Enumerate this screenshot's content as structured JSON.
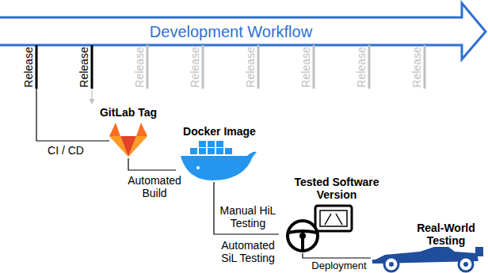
{
  "diagram": {
    "title": "Development Workflow",
    "nodes": [
      {
        "text": [
          "GitLab Tag"
        ]
      },
      {
        "text": [
          "Docker Image"
        ]
      },
      {
        "text": [
          "Tested Software Version"
        ]
      },
      {
        "text": [
          "Real-World Testing"
        ]
      }
    ],
    "edges": [
      {
        "from": 0,
        "to": 1,
        "arrow": "none",
        "label": "Automated Build"
      },
      {
        "from": 1,
        "to": 2,
        "arrow": "none",
        "label": "Manual HiL Testing"
      },
      {
        "from": 2,
        "to": 3,
        "arrow": "none",
        "label": "Deployment"
      }
    ],
    "labels": [
      "Release",
      "Release",
      "Release",
      "Release",
      "Release",
      "Release",
      "Release",
      "Release",
      "CI / CD",
      "Automated SiL Testing"
    ]
  }
}
